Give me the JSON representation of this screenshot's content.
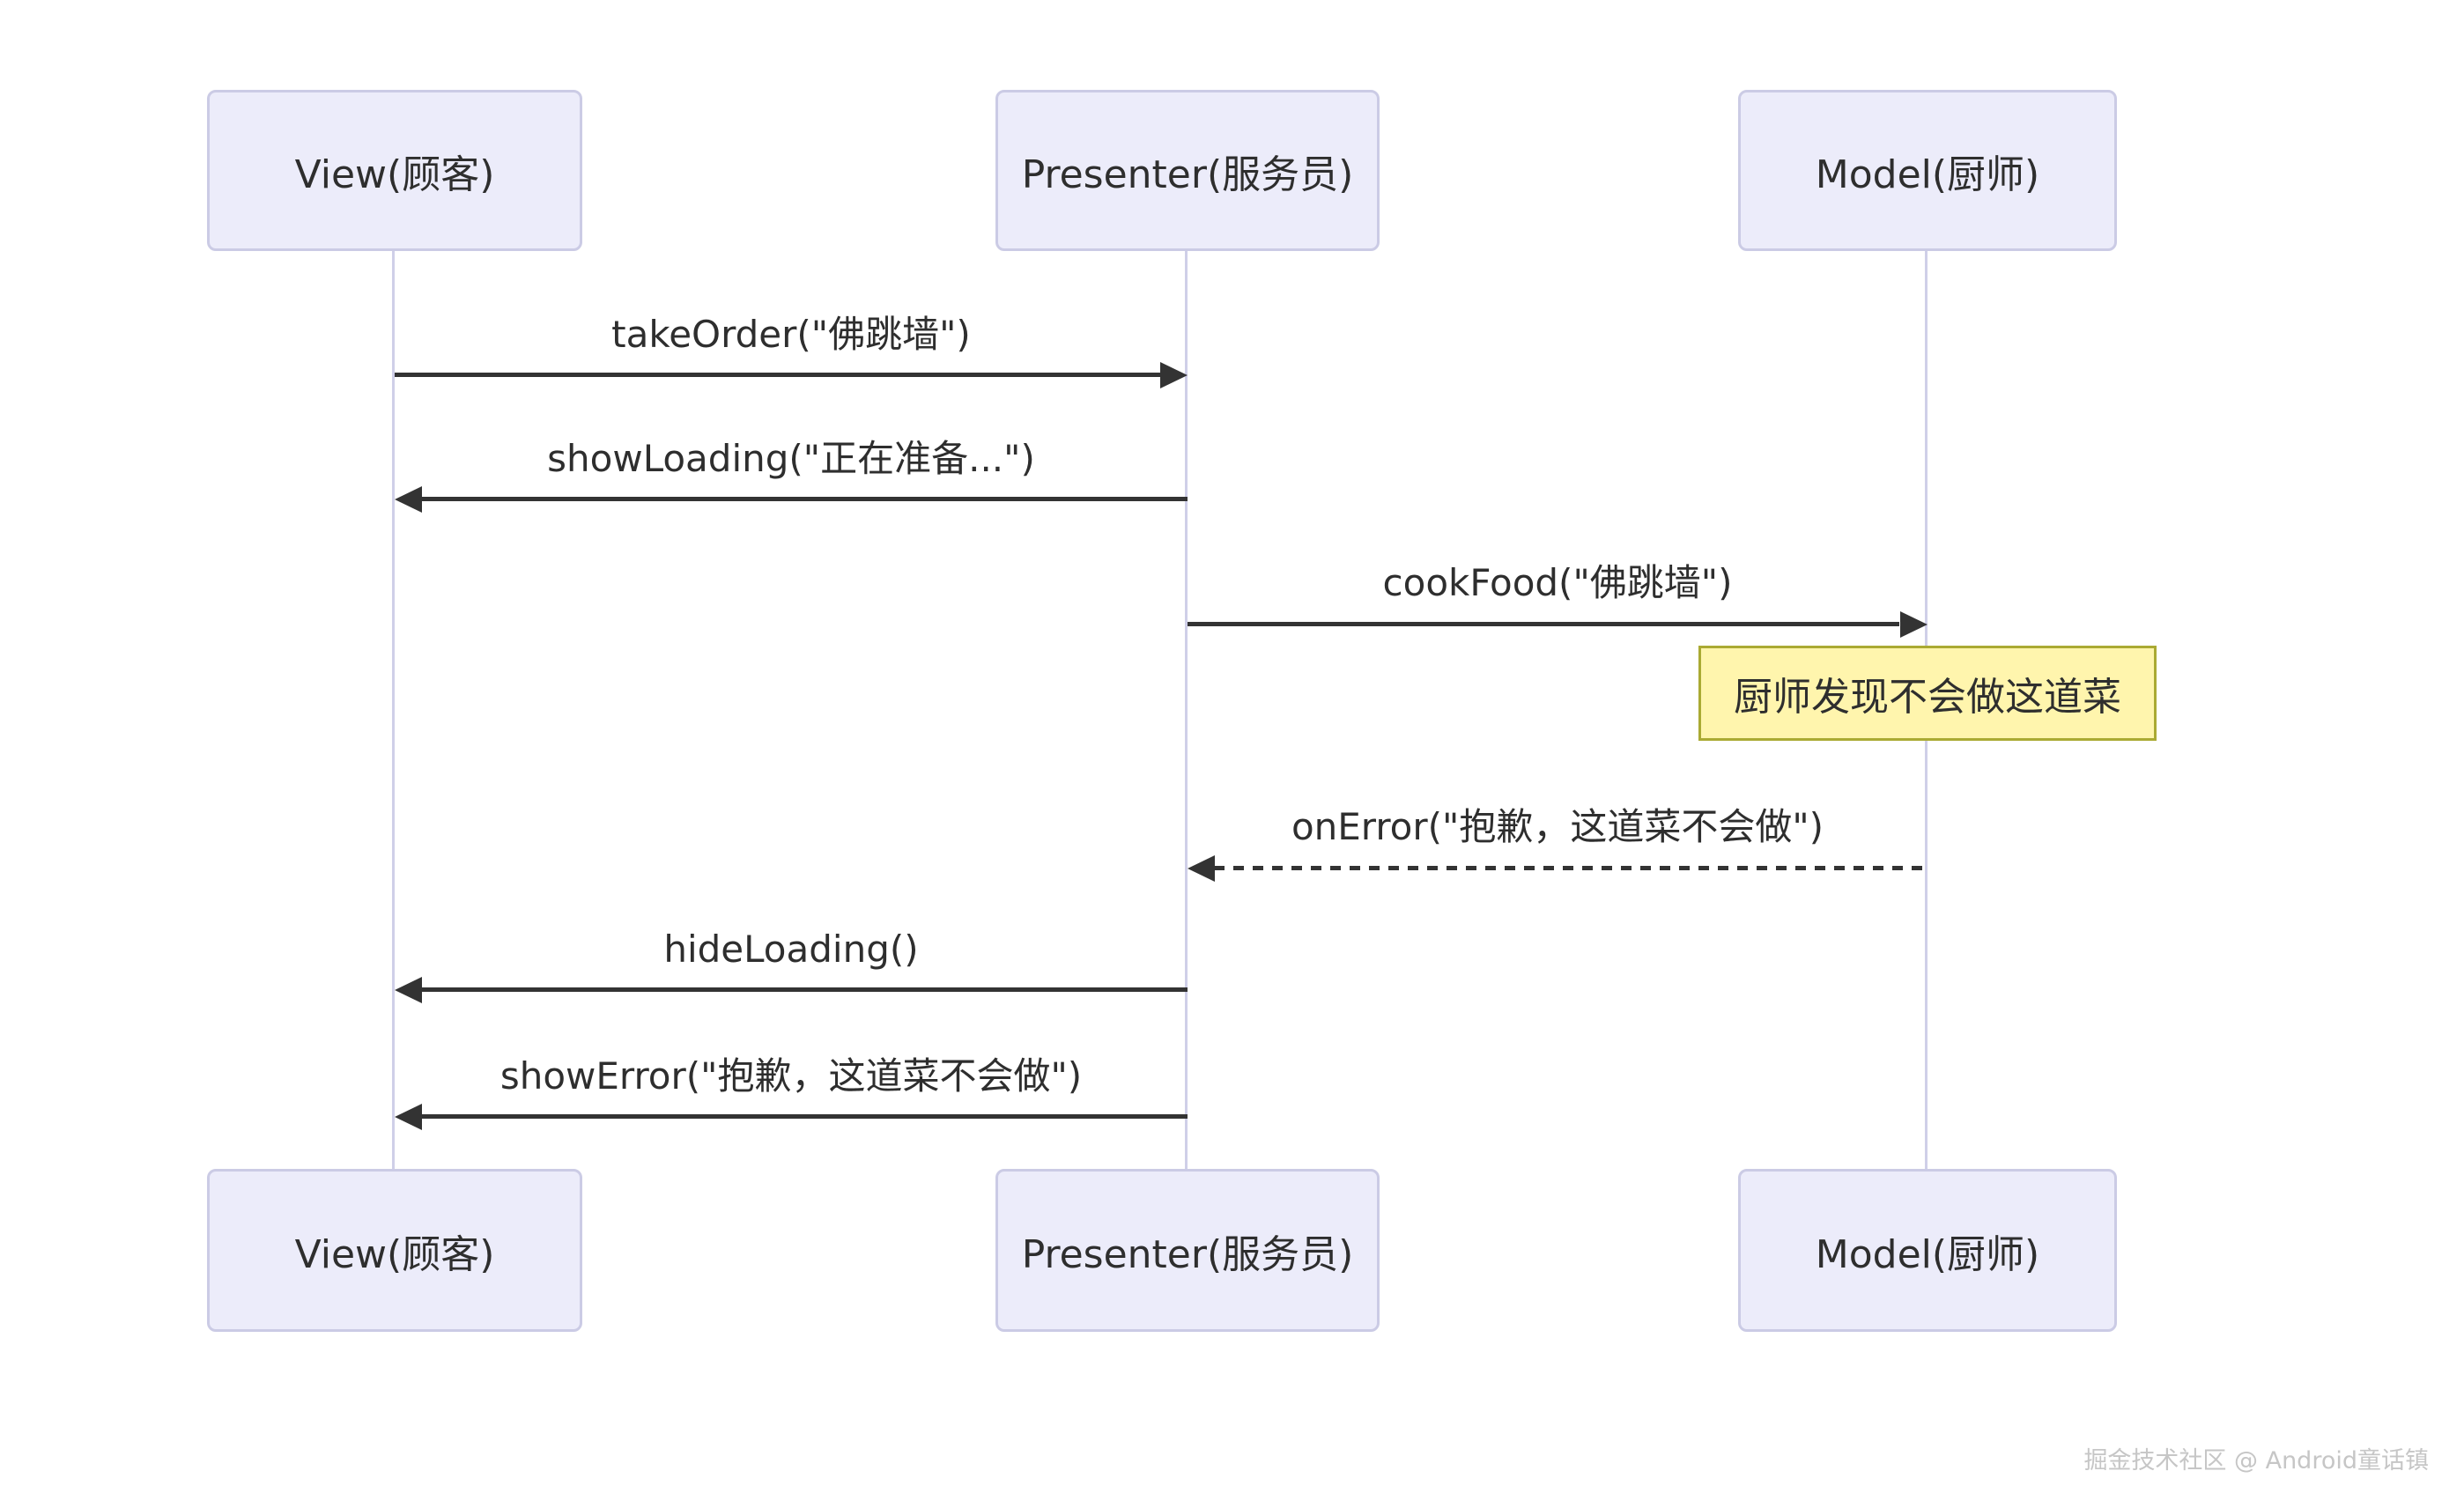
{
  "diagram": {
    "type": "sequence-diagram",
    "actors": [
      {
        "label": "View(顾客)"
      },
      {
        "label": "Presenter(服务员)"
      },
      {
        "label": "Model(厨师)"
      }
    ],
    "messages": [
      {
        "label": "takeOrder(\"佛跳墙\")",
        "from": "View(顾客)",
        "to": "Presenter(服务员)",
        "line": "solid"
      },
      {
        "label": "showLoading(\"正在准备...\")",
        "from": "Presenter(服务员)",
        "to": "View(顾客)",
        "line": "solid"
      },
      {
        "label": "cookFood(\"佛跳墙\")",
        "from": "Presenter(服务员)",
        "to": "Model(厨师)",
        "line": "solid"
      },
      {
        "label": "onError(\"抱歉，这道菜不会做\")",
        "from": "Model(厨师)",
        "to": "Presenter(服务员)",
        "line": "dashed"
      },
      {
        "label": "hideLoading()",
        "from": "Presenter(服务员)",
        "to": "View(顾客)",
        "line": "solid"
      },
      {
        "label": "showError(\"抱歉，这道菜不会做\")",
        "from": "Presenter(服务员)",
        "to": "View(顾客)",
        "line": "solid"
      }
    ],
    "note": {
      "label": "厨师发现不会做这道菜",
      "attached_to": "Model(厨师)"
    },
    "colors": {
      "actor_fill": "#ECECFA",
      "actor_border": "#CBCBE5",
      "lifeline": "#CFCFE8",
      "note_fill": "#FFF5AD",
      "note_border": "#AAAA33",
      "arrow": "#333333",
      "text": "#2E2E2E"
    }
  },
  "watermark": {
    "text": "掘金技术社区 @ Android童话镇"
  }
}
